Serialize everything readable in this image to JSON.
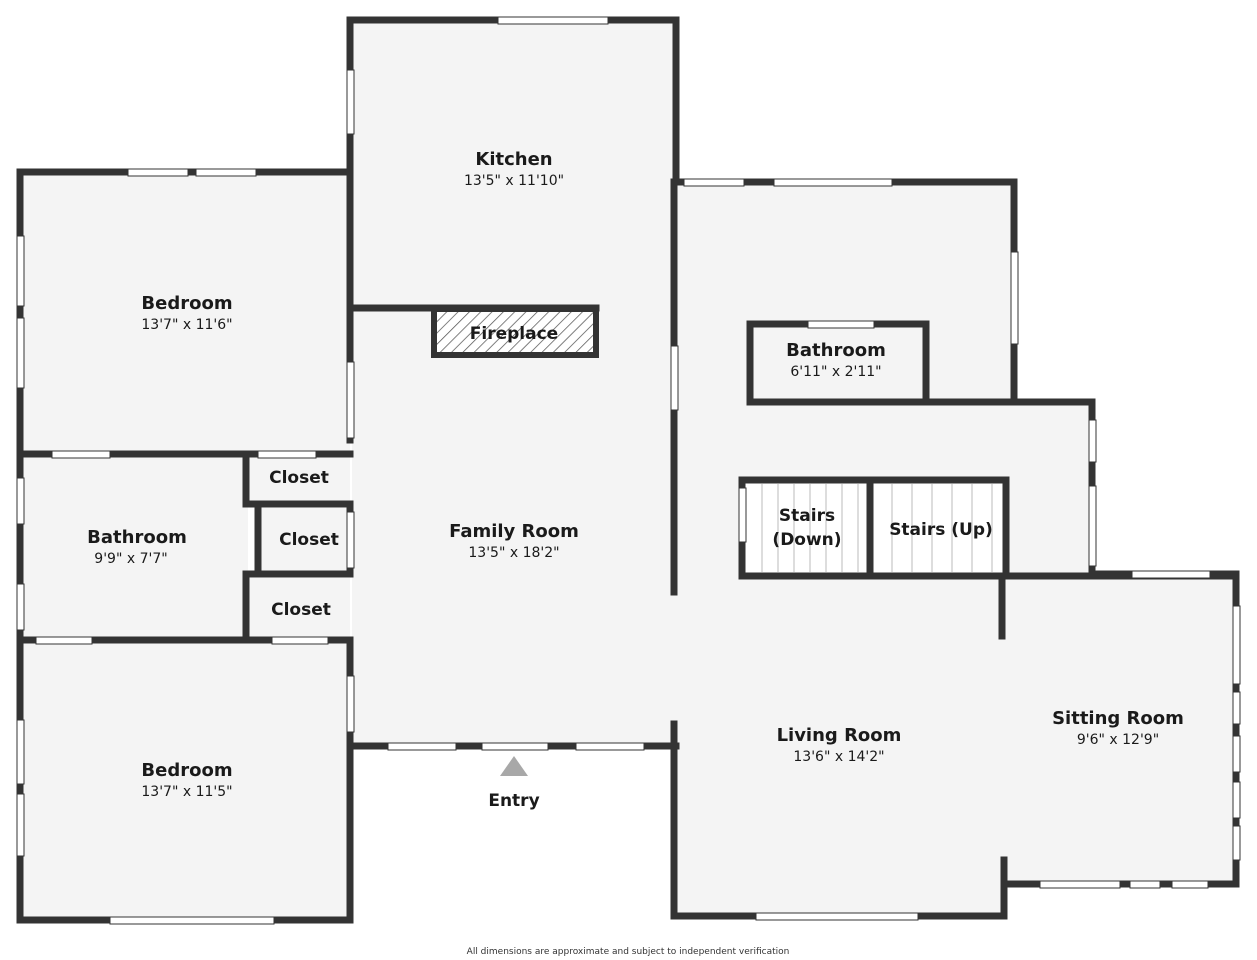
{
  "rooms": {
    "kitchen": {
      "name": "Kitchen",
      "dims": "13'5\" x 11'10\""
    },
    "bedroom_top": {
      "name": "Bedroom",
      "dims": "13'7\" x 11'6\""
    },
    "bedroom_bottom": {
      "name": "Bedroom",
      "dims": "13'7\" x 11'5\""
    },
    "bathroom_left": {
      "name": "Bathroom",
      "dims": "9'9\" x 7'7\""
    },
    "bathroom_right": {
      "name": "Bathroom",
      "dims": "6'11\" x 2'11\""
    },
    "family_room": {
      "name": "Family Room",
      "dims": "13'5\" x 18'2\""
    },
    "living_room": {
      "name": "Living Room",
      "dims": "13'6\" x 14'2\""
    },
    "sitting_room": {
      "name": "Sitting Room",
      "dims": "9'6\" x 12'9\""
    }
  },
  "labels": {
    "fireplace": "Fireplace",
    "closet_1": "Closet",
    "closet_2": "Closet",
    "closet_3": "Closet",
    "stairs_down_1": "Stairs",
    "stairs_down_2": "(Down)",
    "stairs_up": "Stairs (Up)",
    "entry": "Entry"
  },
  "footer": "All dimensions are approximate and subject to independent verification",
  "colors": {
    "wall": "#333333",
    "floor": "#f4f4f4",
    "window": "#ffffff",
    "entry_arrow": "#a8a8a8"
  }
}
